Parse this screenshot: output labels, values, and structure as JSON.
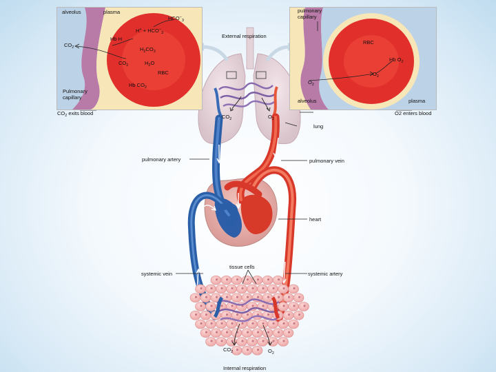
{
  "left_panel": {
    "alveolus": "alveolus",
    "plasma": "plasma",
    "hco3": "HCO",
    "hco3_sub": "3",
    "hco3_sup": "−",
    "h_plus_hco3": "H",
    "h_plus_hco3_rest": " + HCO",
    "hb_h": "Hb  H",
    "co2_out": "CO",
    "h2co3": "H",
    "h2co3_rest": "CO",
    "co2_in": "CO",
    "h2o": "H",
    "h2o_rest": "O",
    "rbc": "RBC",
    "hb_co2": "Hb  CO",
    "pulmonary_capillary": "Pulmonary\ncapillary",
    "sub2": "2",
    "sub3": "3",
    "plus": "+"
  },
  "right_panel": {
    "pulmonary_capillary": "pulmonary\ncapillary",
    "rbc": "RBC",
    "hb_o2": "Hb    O",
    "o2_a": "O",
    "o2_b": "O",
    "alveolus": "alveolus",
    "plasma": "plasma",
    "sub2": "2"
  },
  "labels": {
    "external_respiration": "External respiration",
    "co2_exits_blood": "CO",
    "co2_exits_blood_rest": " exits blood",
    "o2_enters_blood": "O2 enters blood",
    "co2_lung": "CO",
    "o2_lung": "O",
    "lung": "lung",
    "pulmonary_artery": "pulmonary artery",
    "pulmonary_vein": "pulmonary vein",
    "heart": "heart",
    "tissue_cells": "tissue cells",
    "systemic_vein": "systemic vein",
    "systemic_artery": "systemic artery",
    "co2_tissue": "CO",
    "o2_tissue": "O",
    "internal_respiration": "Internal respiration",
    "sub2": "2"
  },
  "colors": {
    "blue_vessel": "#2a5fa8",
    "red_vessel": "#e0452f",
    "rbc_red": "#e5322c",
    "tissue_pink": "#f3b7b7"
  }
}
